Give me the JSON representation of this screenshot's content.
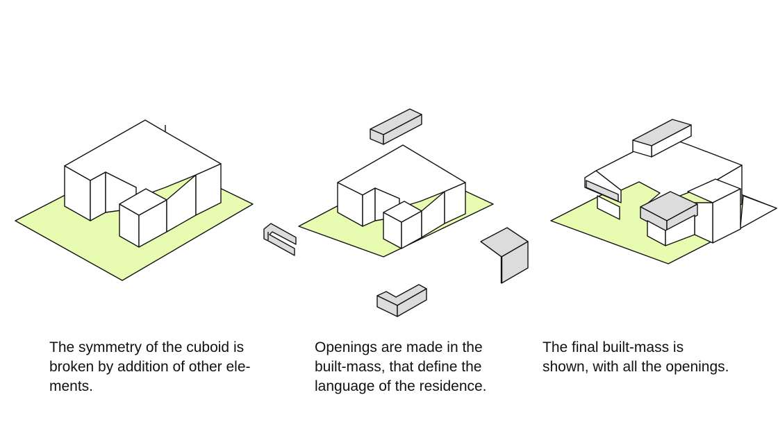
{
  "colors": {
    "ground": "#e7fcb0",
    "mass": "#ffffff",
    "element": "#dcdcdc",
    "stroke": "#111111"
  },
  "captions": [
    {
      "lines": [
        "The symmetry of the cuboid is",
        "broken by addition of other ele-",
        "ments."
      ]
    },
    {
      "lines": [
        "Openings are made in the",
        "built-mass, that define the",
        "language of the residence."
      ]
    },
    {
      "lines": [
        "The final built-mass is",
        "shown, with all the openings."
      ]
    }
  ]
}
